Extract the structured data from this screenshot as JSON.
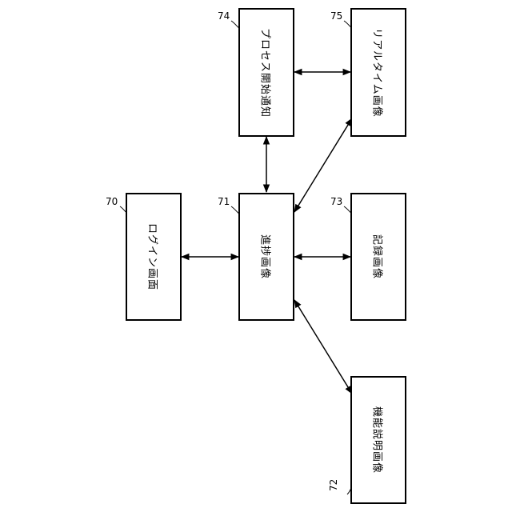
{
  "boxes": {
    "login": {
      "ref": "70",
      "label": "ログイン画面"
    },
    "progress": {
      "ref": "71",
      "label": "進捗画像"
    },
    "function": {
      "ref": "72",
      "label": "機能説明画像"
    },
    "record": {
      "ref": "73",
      "label": "記録画像"
    },
    "process": {
      "ref": "74",
      "label": "プロセス開始通知"
    },
    "realtime": {
      "ref": "75",
      "label": "リアルタイム画像"
    }
  },
  "connections": [
    {
      "from": "login",
      "to": "progress",
      "type": "bidirectional"
    },
    {
      "from": "progress",
      "to": "record",
      "type": "bidirectional"
    },
    {
      "from": "progress",
      "to": "process",
      "type": "bidirectional"
    },
    {
      "from": "process",
      "to": "realtime",
      "type": "bidirectional"
    },
    {
      "from": "progress",
      "to": "realtime",
      "type": "bidirectional"
    },
    {
      "from": "progress",
      "to": "function",
      "type": "bidirectional"
    }
  ]
}
